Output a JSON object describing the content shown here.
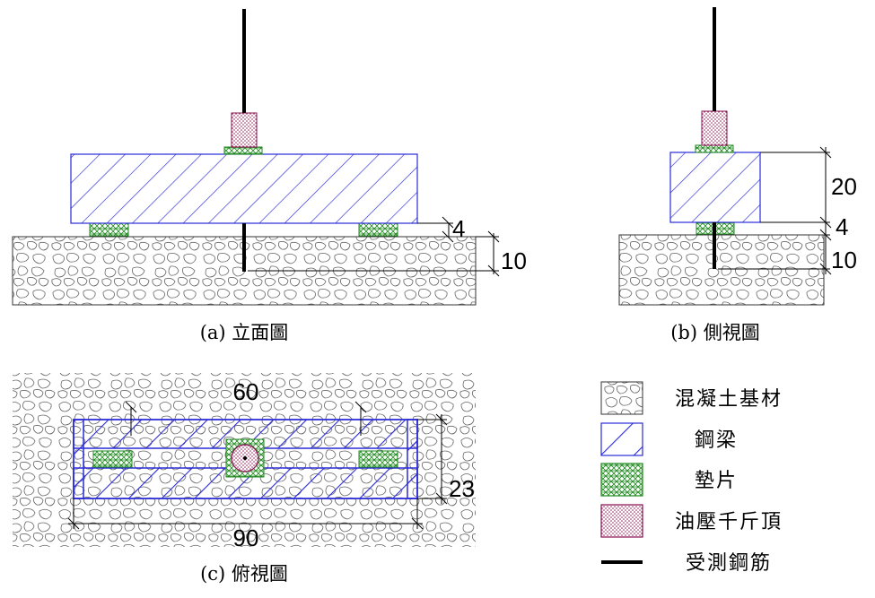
{
  "captions": {
    "elevation": "(a) 立面圖",
    "side": "(b) 側視圖",
    "top": "(c) 俯視圖"
  },
  "dimensions": {
    "elev_pad": "4",
    "elev_embed": "10",
    "side_beam": "20",
    "side_pad": "4",
    "side_embed": "10",
    "top_pad_span": "60",
    "top_width": "23",
    "top_length": "90"
  },
  "legend": [
    {
      "key": "concrete",
      "label": "混凝土基材"
    },
    {
      "key": "steel",
      "label": "鋼梁"
    },
    {
      "key": "pad",
      "label": "墊片"
    },
    {
      "key": "jack",
      "label": "油壓千斤頂"
    },
    {
      "key": "rebar",
      "label": "受測鋼筋"
    }
  ],
  "colors": {
    "steel": "#2a2ad8",
    "pad": "#1f8a1f",
    "jack": "#8a1050",
    "concrete": "#666666",
    "rebar": "#000000"
  }
}
